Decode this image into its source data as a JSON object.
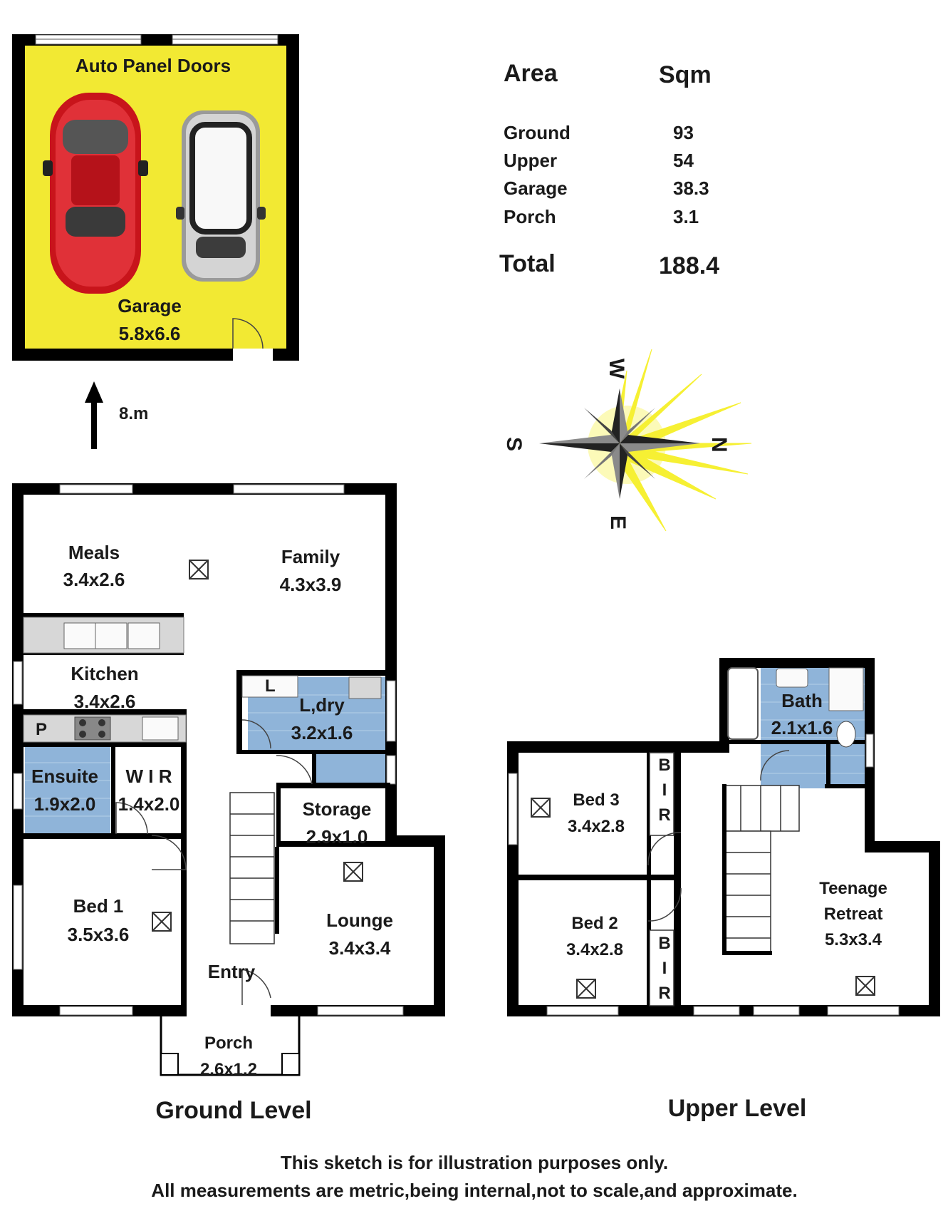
{
  "colors": {
    "wall": "#000000",
    "garage_fill": "#f2e933",
    "wet_area": "#8fb4d9",
    "sun": "#f6f033",
    "car_red": "#c8141b",
    "car_silver": "#c8c8c8"
  },
  "garage": {
    "doors_label": "Auto Panel Doors",
    "name": "Garage",
    "dims": "5.8x6.6",
    "distance": "8.m"
  },
  "area_table": {
    "header_area": "Area",
    "header_sqm": "Sqm",
    "rows": [
      {
        "name": "Ground",
        "sqm": "93"
      },
      {
        "name": "Upper",
        "sqm": "54"
      },
      {
        "name": "Garage",
        "sqm": "38.3"
      },
      {
        "name": "Porch",
        "sqm": "3.1"
      }
    ],
    "total_label": "Total",
    "total_value": "188.4"
  },
  "compass": {
    "w": "W",
    "n": "N",
    "s": "S",
    "e": "E"
  },
  "ground": {
    "title": "Ground Level",
    "rooms": {
      "meals": {
        "name": "Meals",
        "dims": "3.4x2.6"
      },
      "family": {
        "name": "Family",
        "dims": "4.3x3.9"
      },
      "kitchen": {
        "name": "Kitchen",
        "dims": "3.4x2.6"
      },
      "laundry": {
        "name": "L,dry",
        "dims": "3.2x1.6"
      },
      "ensuite": {
        "name": "Ensuite",
        "dims": "1.9x2.0"
      },
      "wir": {
        "name": "W I R",
        "dims": "1.4x2.0"
      },
      "storage": {
        "name": "Storage",
        "dims": "2.9x1.0"
      },
      "bed1": {
        "name": "Bed 1",
        "dims": "3.5x3.6"
      },
      "lounge": {
        "name": "Lounge",
        "dims": "3.4x3.4"
      },
      "entry": {
        "name": "Entry"
      },
      "porch": {
        "name": "Porch",
        "dims": "2.6x1.2"
      }
    },
    "pantry_letter": "P",
    "linen_letter": "L"
  },
  "upper": {
    "title": "Upper Level",
    "rooms": {
      "bath": {
        "name": "Bath",
        "dims": "2.1x1.6"
      },
      "bed3": {
        "name": "Bed 3",
        "dims": "3.4x2.8"
      },
      "bed2": {
        "name": "Bed 2",
        "dims": "3.4x2.8"
      },
      "retreat": {
        "name_line1": "Teenage",
        "name_line2": "Retreat",
        "dims": "5.3x3.4"
      }
    },
    "bir_letters": [
      "B",
      "I",
      "R"
    ]
  },
  "disclaimer": {
    "line1": "This sketch is for illustration purposes only.",
    "line2": "All measurements are metric,being internal,not to scale,and approximate."
  }
}
